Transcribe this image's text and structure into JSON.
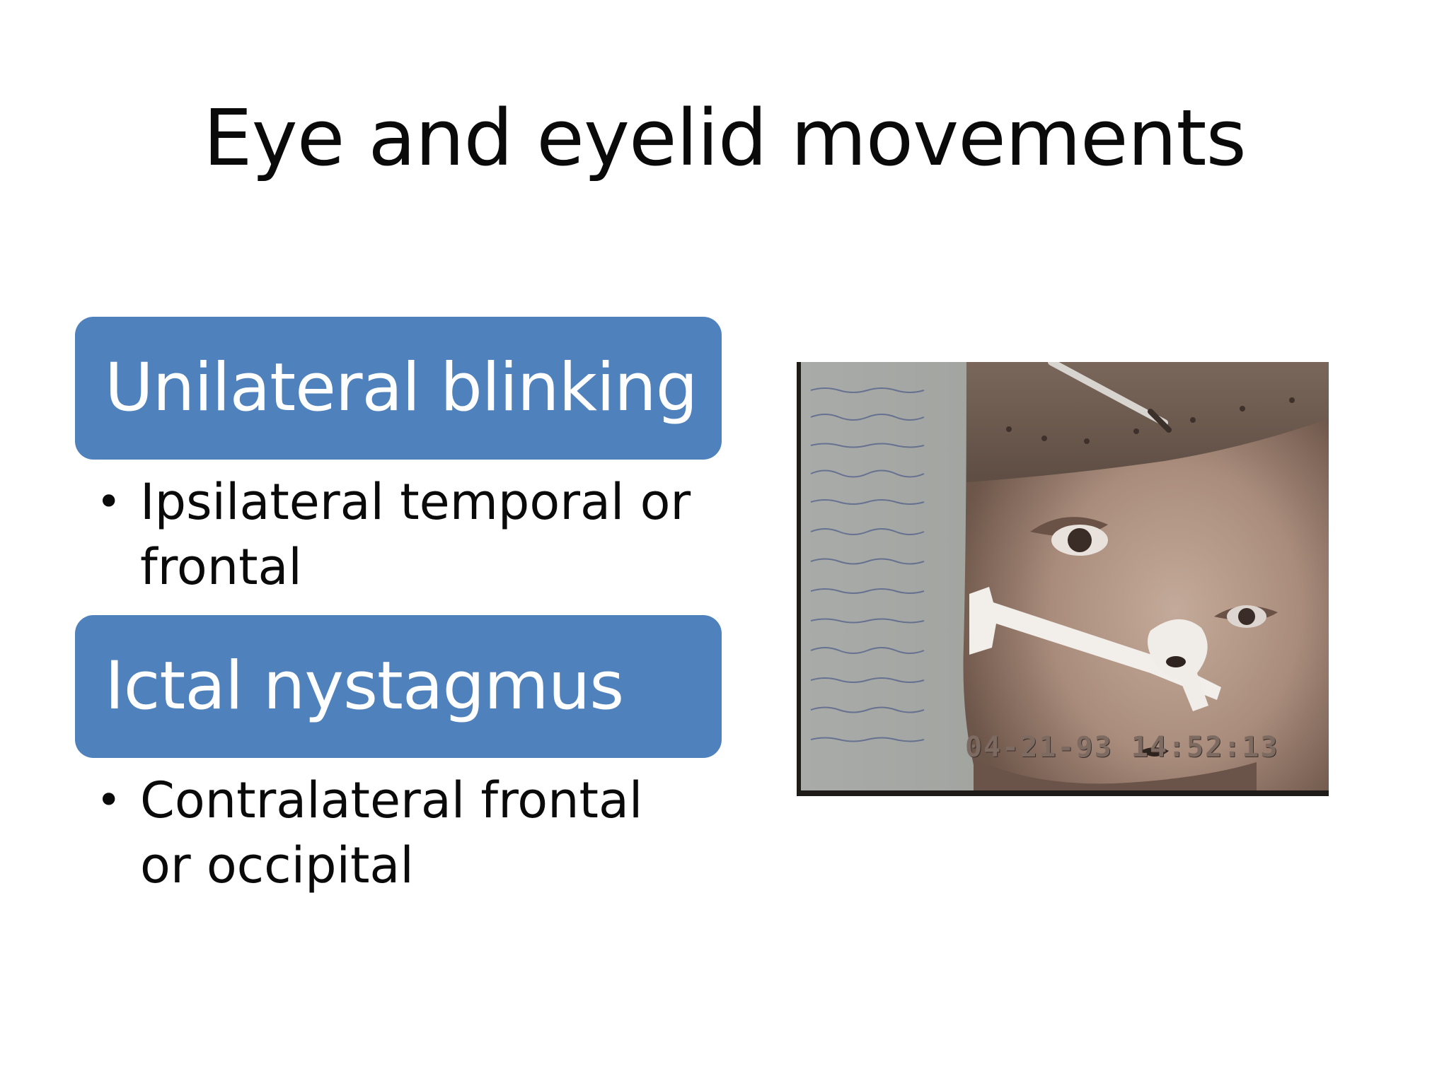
{
  "slide": {
    "title": "Eye and eyelid movements",
    "sections": [
      {
        "heading": "Unilateral blinking",
        "bullets": [
          "Ipsilateral temporal or frontal"
        ]
      },
      {
        "heading": "Ictal nystagmus",
        "bullets": [
          "Contralateral frontal or occipital"
        ]
      }
    ],
    "photo": {
      "timestamp": "04-21-93 14:52:13"
    }
  },
  "colors": {
    "background": "#ffffff",
    "heading_box": "#4f81bd",
    "heading_text": "#ffffff",
    "body_text": "#0a0a0a"
  }
}
